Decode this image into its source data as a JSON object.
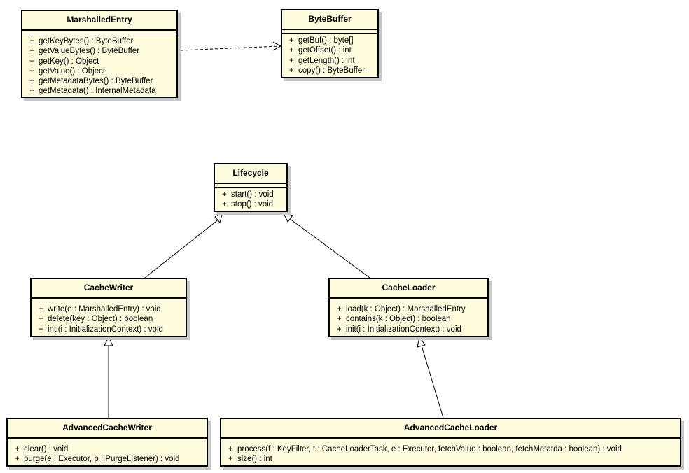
{
  "classes": {
    "marshalled_entry": {
      "name": "MarshalledEntry",
      "operations": [
        "getKeyBytes() : ByteBuffer",
        "getValueBytes() : ByteBuffer",
        "getKey() : Object",
        "getValue() : Object",
        "getMetadataBytes() : ByteBuffer",
        "getMetadata() : InternalMetadata"
      ]
    },
    "byte_buffer": {
      "name": "ByteBuffer",
      "operations": [
        "getBuf() : byte[]",
        "getOffset() : int",
        "getLength() : int",
        "copy() : ByteBuffer"
      ]
    },
    "lifecycle": {
      "name": "Lifecycle",
      "operations": [
        "start() : void",
        "stop() : void"
      ]
    },
    "cache_writer": {
      "name": "CacheWriter",
      "operations": [
        "write(e : MarshalledEntry) : void",
        "delete(key : Object) : boolean",
        "inti(i : InitializationContext) : void"
      ]
    },
    "cache_loader": {
      "name": "CacheLoader",
      "operations": [
        "load(k : Object) : MarshalledEntry",
        "contains(k : Object) : boolean",
        "init(i : InitializationContext) : void"
      ]
    },
    "advanced_cache_writer": {
      "name": "AdvancedCacheWriter",
      "operations": [
        "clear() : void",
        "purge(e : Executor, p : PurgeListener) : void"
      ]
    },
    "advanced_cache_loader": {
      "name": "AdvancedCacheLoader",
      "operations": [
        "process(f : KeyFilter, t : CacheLoaderTask, e : Executor, fetchValue : boolean, fetchMetatda : boolean) : void",
        "size() : int"
      ]
    }
  },
  "visibility_symbol": "+",
  "colors": {
    "class_fill": "#fffde0",
    "border": "#000000",
    "shadow": "#c8c8c8"
  }
}
